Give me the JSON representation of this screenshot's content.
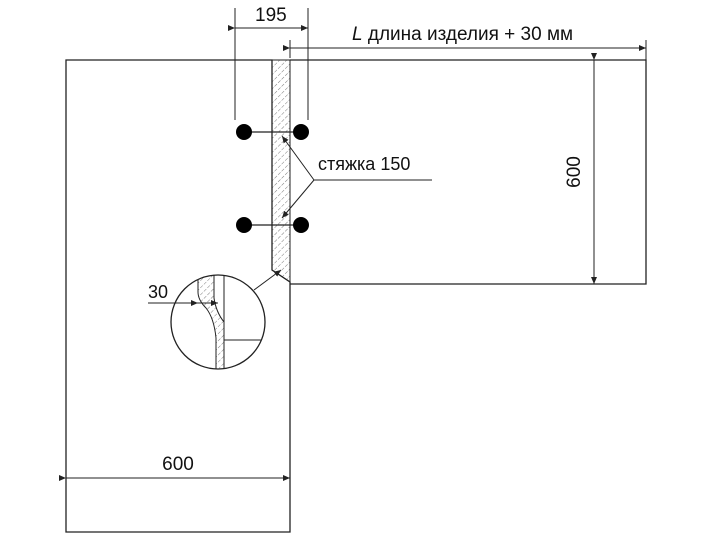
{
  "dimensions": {
    "top_gap": "195",
    "length_var": "L",
    "length_rest": " длина изделия + 30 мм",
    "right_depth": "600",
    "bottom_width": "600",
    "detail_offset": "30"
  },
  "callouts": {
    "fastener": "стяжка 150"
  }
}
